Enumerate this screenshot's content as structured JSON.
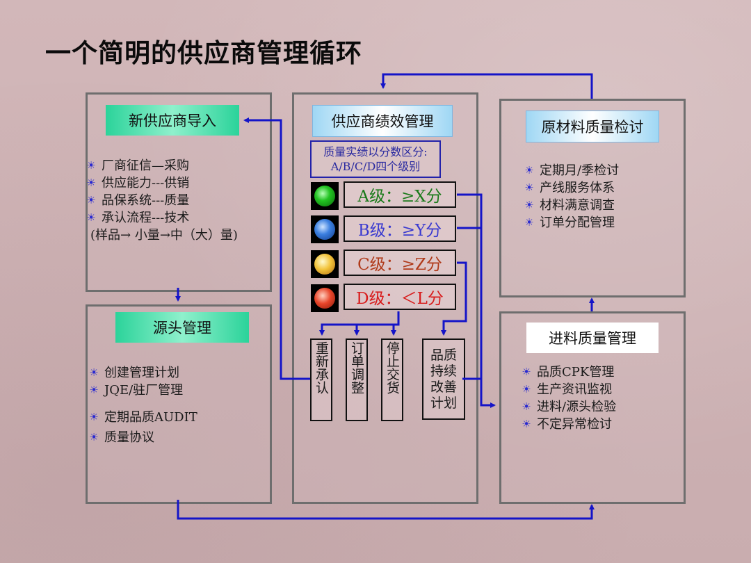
{
  "title": "一个简明的供应商管理循环",
  "panels": {
    "new_supplier": {
      "header": "新供应商导入",
      "items": [
        "厂商征信—采购",
        "供应能力---供销",
        "品保系统---质量",
        "承认流程---技术"
      ],
      "note": "(样品→ 小量→中（大）量)"
    },
    "source": {
      "header": "源头管理",
      "items": [
        "创建管理计划",
        "JQE/驻厂管理",
        "定期品质AUDIT",
        "质量协议"
      ]
    },
    "performance": {
      "header": "供应商绩效管理",
      "quality_line1": "质量实绩以分数区分:",
      "quality_line2": "A/B/C/D四个级别",
      "grades": [
        {
          "label": "A级：≥X分",
          "color": "#1a7a1a",
          "light": "#22c322"
        },
        {
          "label": "B级：≥Y分",
          "color": "#3a3ad0",
          "light": "#3b7fe0"
        },
        {
          "label": "C级：≥Z分",
          "color": "#b03a1a",
          "light": "#f2c33a"
        },
        {
          "label": "D级：＜L分",
          "color": "#d81c1c",
          "light": "#e8452a"
        }
      ],
      "actions": [
        "重新承认",
        "订单调整",
        "停止交货"
      ],
      "improve": "品质持续改善计划"
    },
    "raw_material": {
      "header": "原材料质量检讨",
      "items": [
        "定期月/季检讨",
        "产线服务体系",
        "材料满意调查",
        "订单分配管理"
      ]
    },
    "incoming": {
      "header": "进料质量管理",
      "items": [
        "品质CPK管理",
        "生产资讯监视",
        "进料/源头检验",
        "不定异常检讨"
      ]
    }
  },
  "colors": {
    "arrow": "#1414c8",
    "panel_border": "#6e6e6e",
    "bullet": "#2a2ad0"
  }
}
